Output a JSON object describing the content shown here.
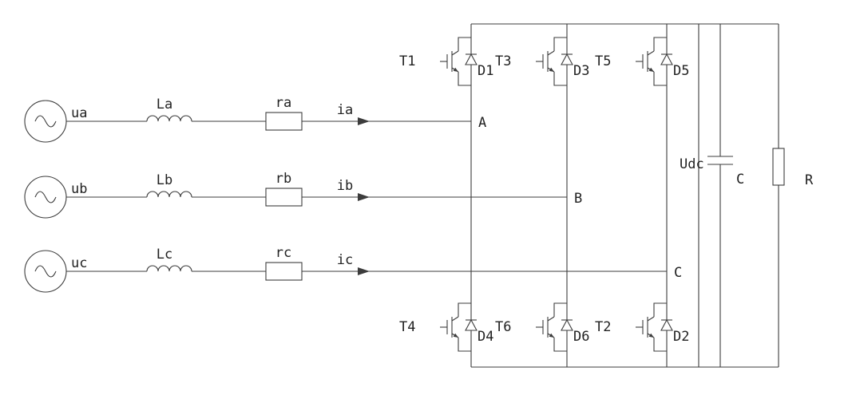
{
  "phases": [
    {
      "source": "ua",
      "inductor": "La",
      "resistor": "ra",
      "current": "ia",
      "node": "A"
    },
    {
      "source": "ub",
      "inductor": "Lb",
      "resistor": "rb",
      "current": "ib",
      "node": "B"
    },
    {
      "source": "uc",
      "inductor": "Lc",
      "resistor": "rc",
      "current": "ic",
      "node": "C"
    }
  ],
  "bridge": {
    "legs": [
      {
        "top_igbt": "T1",
        "top_diode": "D1",
        "bottom_igbt": "T4",
        "bottom_diode": "D4"
      },
      {
        "top_igbt": "T3",
        "top_diode": "D3",
        "bottom_igbt": "T6",
        "bottom_diode": "D6"
      },
      {
        "top_igbt": "T5",
        "top_diode": "D5",
        "bottom_igbt": "T2",
        "bottom_diode": "D2"
      }
    ]
  },
  "dc_link": {
    "voltage": "Udc",
    "capacitor": "C",
    "load": "R"
  },
  "colors": {
    "line": "#3c3c3c",
    "text": "#222222",
    "background": "#ffffff"
  }
}
